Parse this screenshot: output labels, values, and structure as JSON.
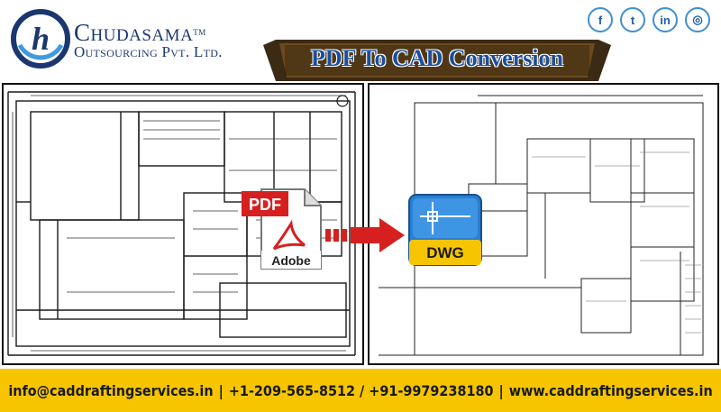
{
  "brand": {
    "name": "Chudasama",
    "tm": "TM",
    "sub": "Outsourcing Pvt. Ltd.",
    "logo_letter": "h"
  },
  "social": [
    {
      "icon": "facebook-icon",
      "glyph": "f"
    },
    {
      "icon": "twitter-icon",
      "glyph": "t"
    },
    {
      "icon": "linkedin-icon",
      "glyph": "in"
    },
    {
      "icon": "instagram-icon",
      "glyph": "◎"
    }
  ],
  "banner": {
    "title": "PDF To CAD Conversion"
  },
  "pdf_icon": {
    "tag": "PDF",
    "label": "Adobe"
  },
  "dwg_icon": {
    "label": "DWG"
  },
  "footer": {
    "email": "info@caddraftingservices.in",
    "phone": "+1-209-565-8512 / +91-9979238180",
    "website": "www.caddraftingservices.in",
    "separator": "|"
  },
  "colors": {
    "brand_blue": "#1a3770",
    "accent_yellow": "#f6c500",
    "pdf_red": "#d62020",
    "dwg_blue": "#2a7fd0"
  }
}
